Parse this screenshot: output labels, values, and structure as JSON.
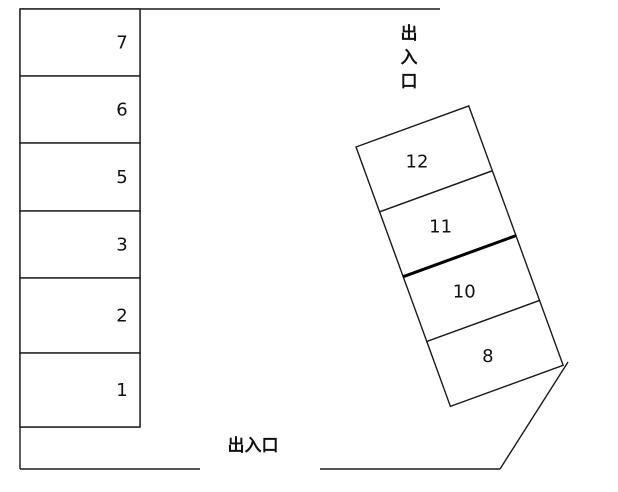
{
  "left_row_spaces": [
    {
      "label": "7"
    },
    {
      "label": "6"
    },
    {
      "label": "5"
    },
    {
      "label": "3"
    },
    {
      "label": "2"
    },
    {
      "label": "1"
    }
  ],
  "right_block_spaces": [
    {
      "label": "12"
    },
    {
      "label": "11"
    },
    {
      "label": "10"
    },
    {
      "label": "8"
    }
  ],
  "entrances": {
    "top_right": "出入口",
    "bottom": "出入口"
  },
  "colors": {
    "line": "#1a1a1a",
    "bold_divider": "#000000",
    "background": "#ffffff"
  }
}
